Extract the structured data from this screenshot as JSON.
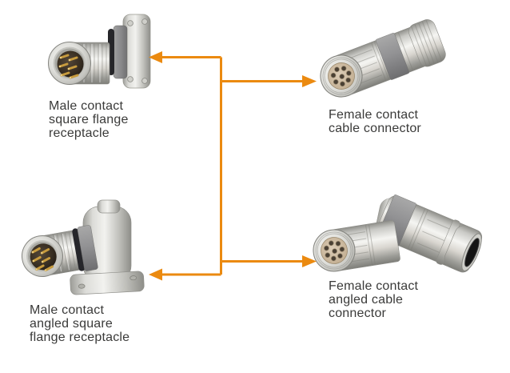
{
  "colors": {
    "background": "#FFFFFF",
    "arrow_orange": "#EB8A10",
    "label_text": "#3A3A39",
    "metal_silver": "#D9D9D4",
    "band_gray": "#8E8E8C",
    "seal_black": "#26262A",
    "pin_gold": "#C79B3E",
    "insert_tan": "#C6B296",
    "cable_hole_black": "#141414"
  },
  "connectors": [
    {
      "id": "male-square-flange-receptacle",
      "label_lines": [
        "Male contact",
        "square flange",
        "receptacle"
      ]
    },
    {
      "id": "female-cable-connector",
      "label_lines": [
        "Female contact",
        "cable connector"
      ]
    },
    {
      "id": "male-angled-square-flange-receptacle",
      "label_lines": [
        "Male contact",
        "angled square",
        "flange receptacle"
      ]
    },
    {
      "id": "female-angled-cable-connector",
      "label_lines": [
        "Female contact",
        "angled cable",
        "connector"
      ]
    }
  ],
  "arrows": [
    {
      "points_to": "male-square-flange-receptacle",
      "direction": "left"
    },
    {
      "points_to": "female-cable-connector",
      "direction": "right"
    },
    {
      "points_to": "female-angled-cable-connector",
      "direction": "right"
    },
    {
      "points_to": "male-angled-square-flange-receptacle",
      "direction": "left"
    }
  ]
}
